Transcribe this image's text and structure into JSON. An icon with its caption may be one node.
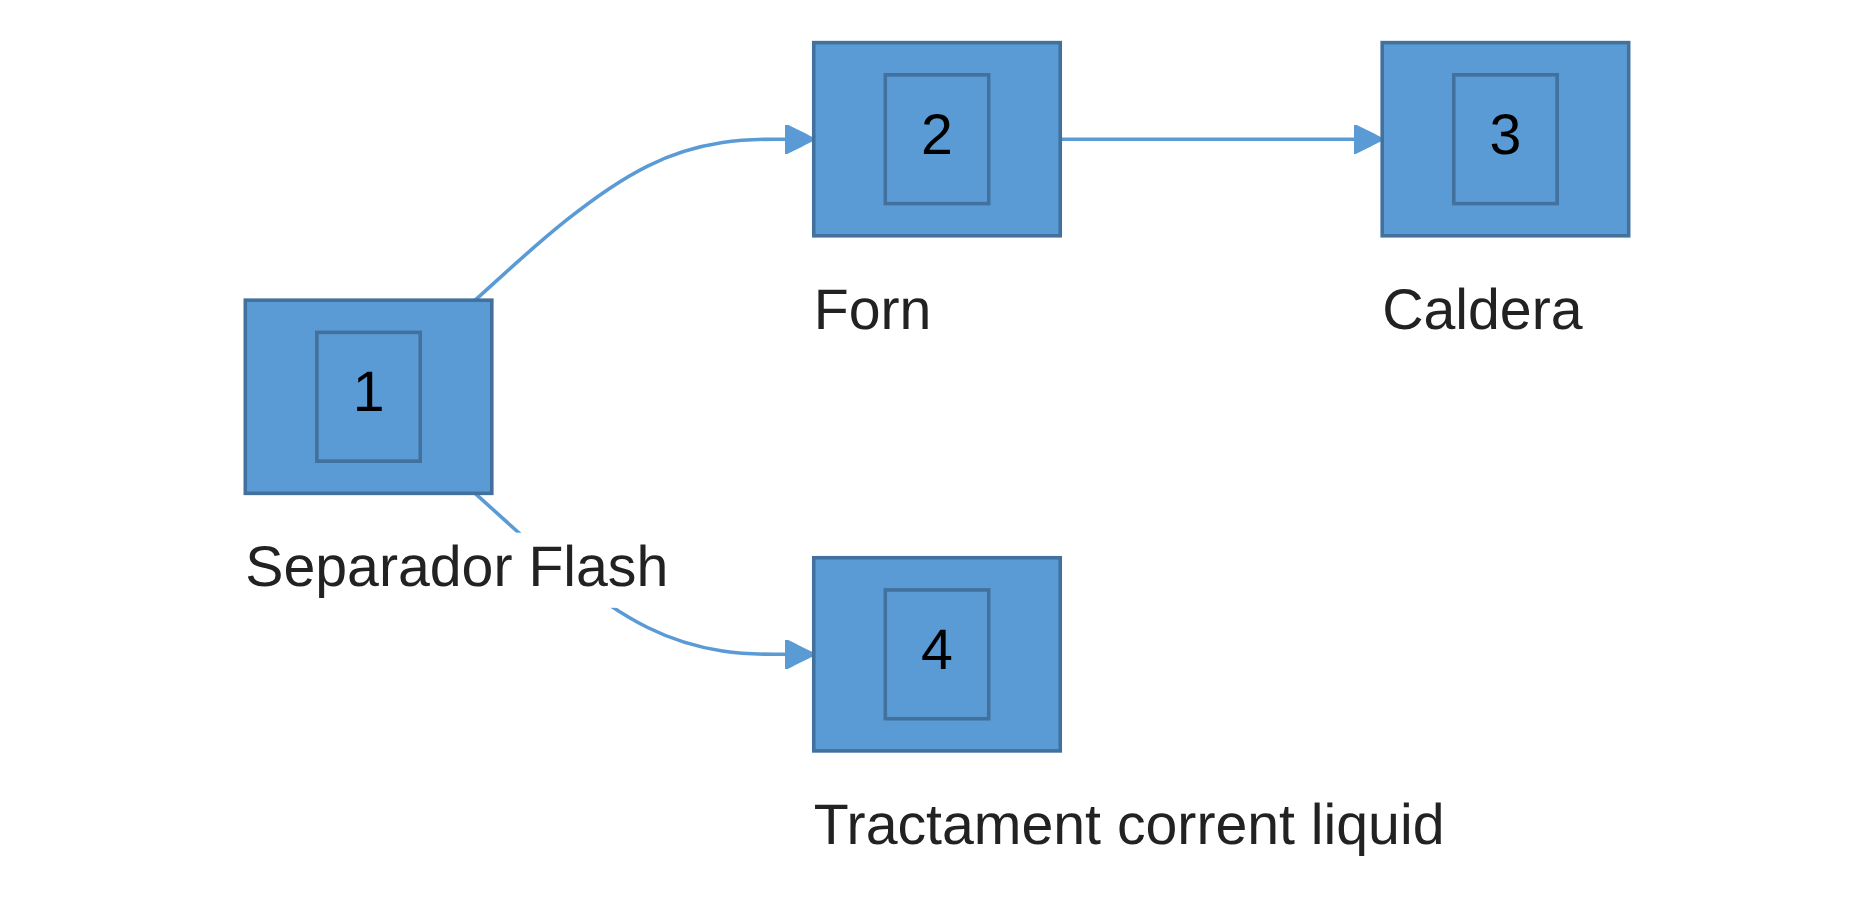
{
  "diagram": {
    "nodes": [
      {
        "text": [
          "1"
        ],
        "beside": [
          "Separador Flash"
        ]
      },
      {
        "text": [
          "2"
        ],
        "beside": [
          "Forn"
        ]
      },
      {
        "text": [
          "3"
        ],
        "beside": [
          "Caldera"
        ]
      },
      {
        "text": [
          "4"
        ],
        "beside": [
          "Tractament corrent liquid"
        ]
      }
    ],
    "edges": [
      {
        "from": 0,
        "to": 1,
        "arrow": "to"
      },
      {
        "from": 1,
        "to": 2,
        "arrow": "to"
      },
      {
        "from": 0,
        "to": 3,
        "arrow": "to"
      }
    ]
  }
}
